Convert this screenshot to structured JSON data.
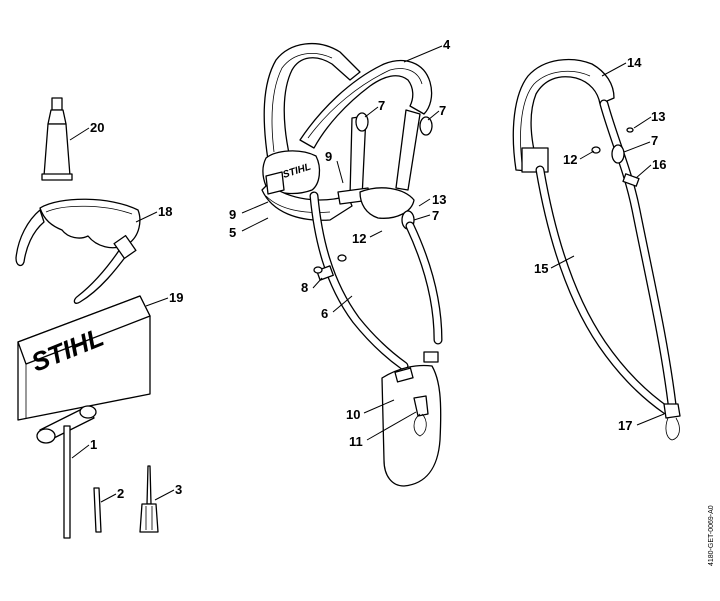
{
  "brand": {
    "logo_text": "STIHL",
    "logo_text_small": "STIHL"
  },
  "drawing_code": "4180-GET-0069-A0",
  "callouts": {
    "c1": "1",
    "c2": "2",
    "c3": "3",
    "c4": "4",
    "c5": "5",
    "c6": "6",
    "c7a": "7",
    "c7b": "7",
    "c7c": "7",
    "c7d": "7",
    "c8": "8",
    "c9a": "9",
    "c9b": "9",
    "c10": "10",
    "c11": "11",
    "c12a": "12",
    "c12b": "12",
    "c13a": "13",
    "c13b": "13",
    "c14": "14",
    "c15": "15",
    "c16": "16",
    "c17": "17",
    "c18": "18",
    "c19": "19",
    "c20": "20"
  }
}
